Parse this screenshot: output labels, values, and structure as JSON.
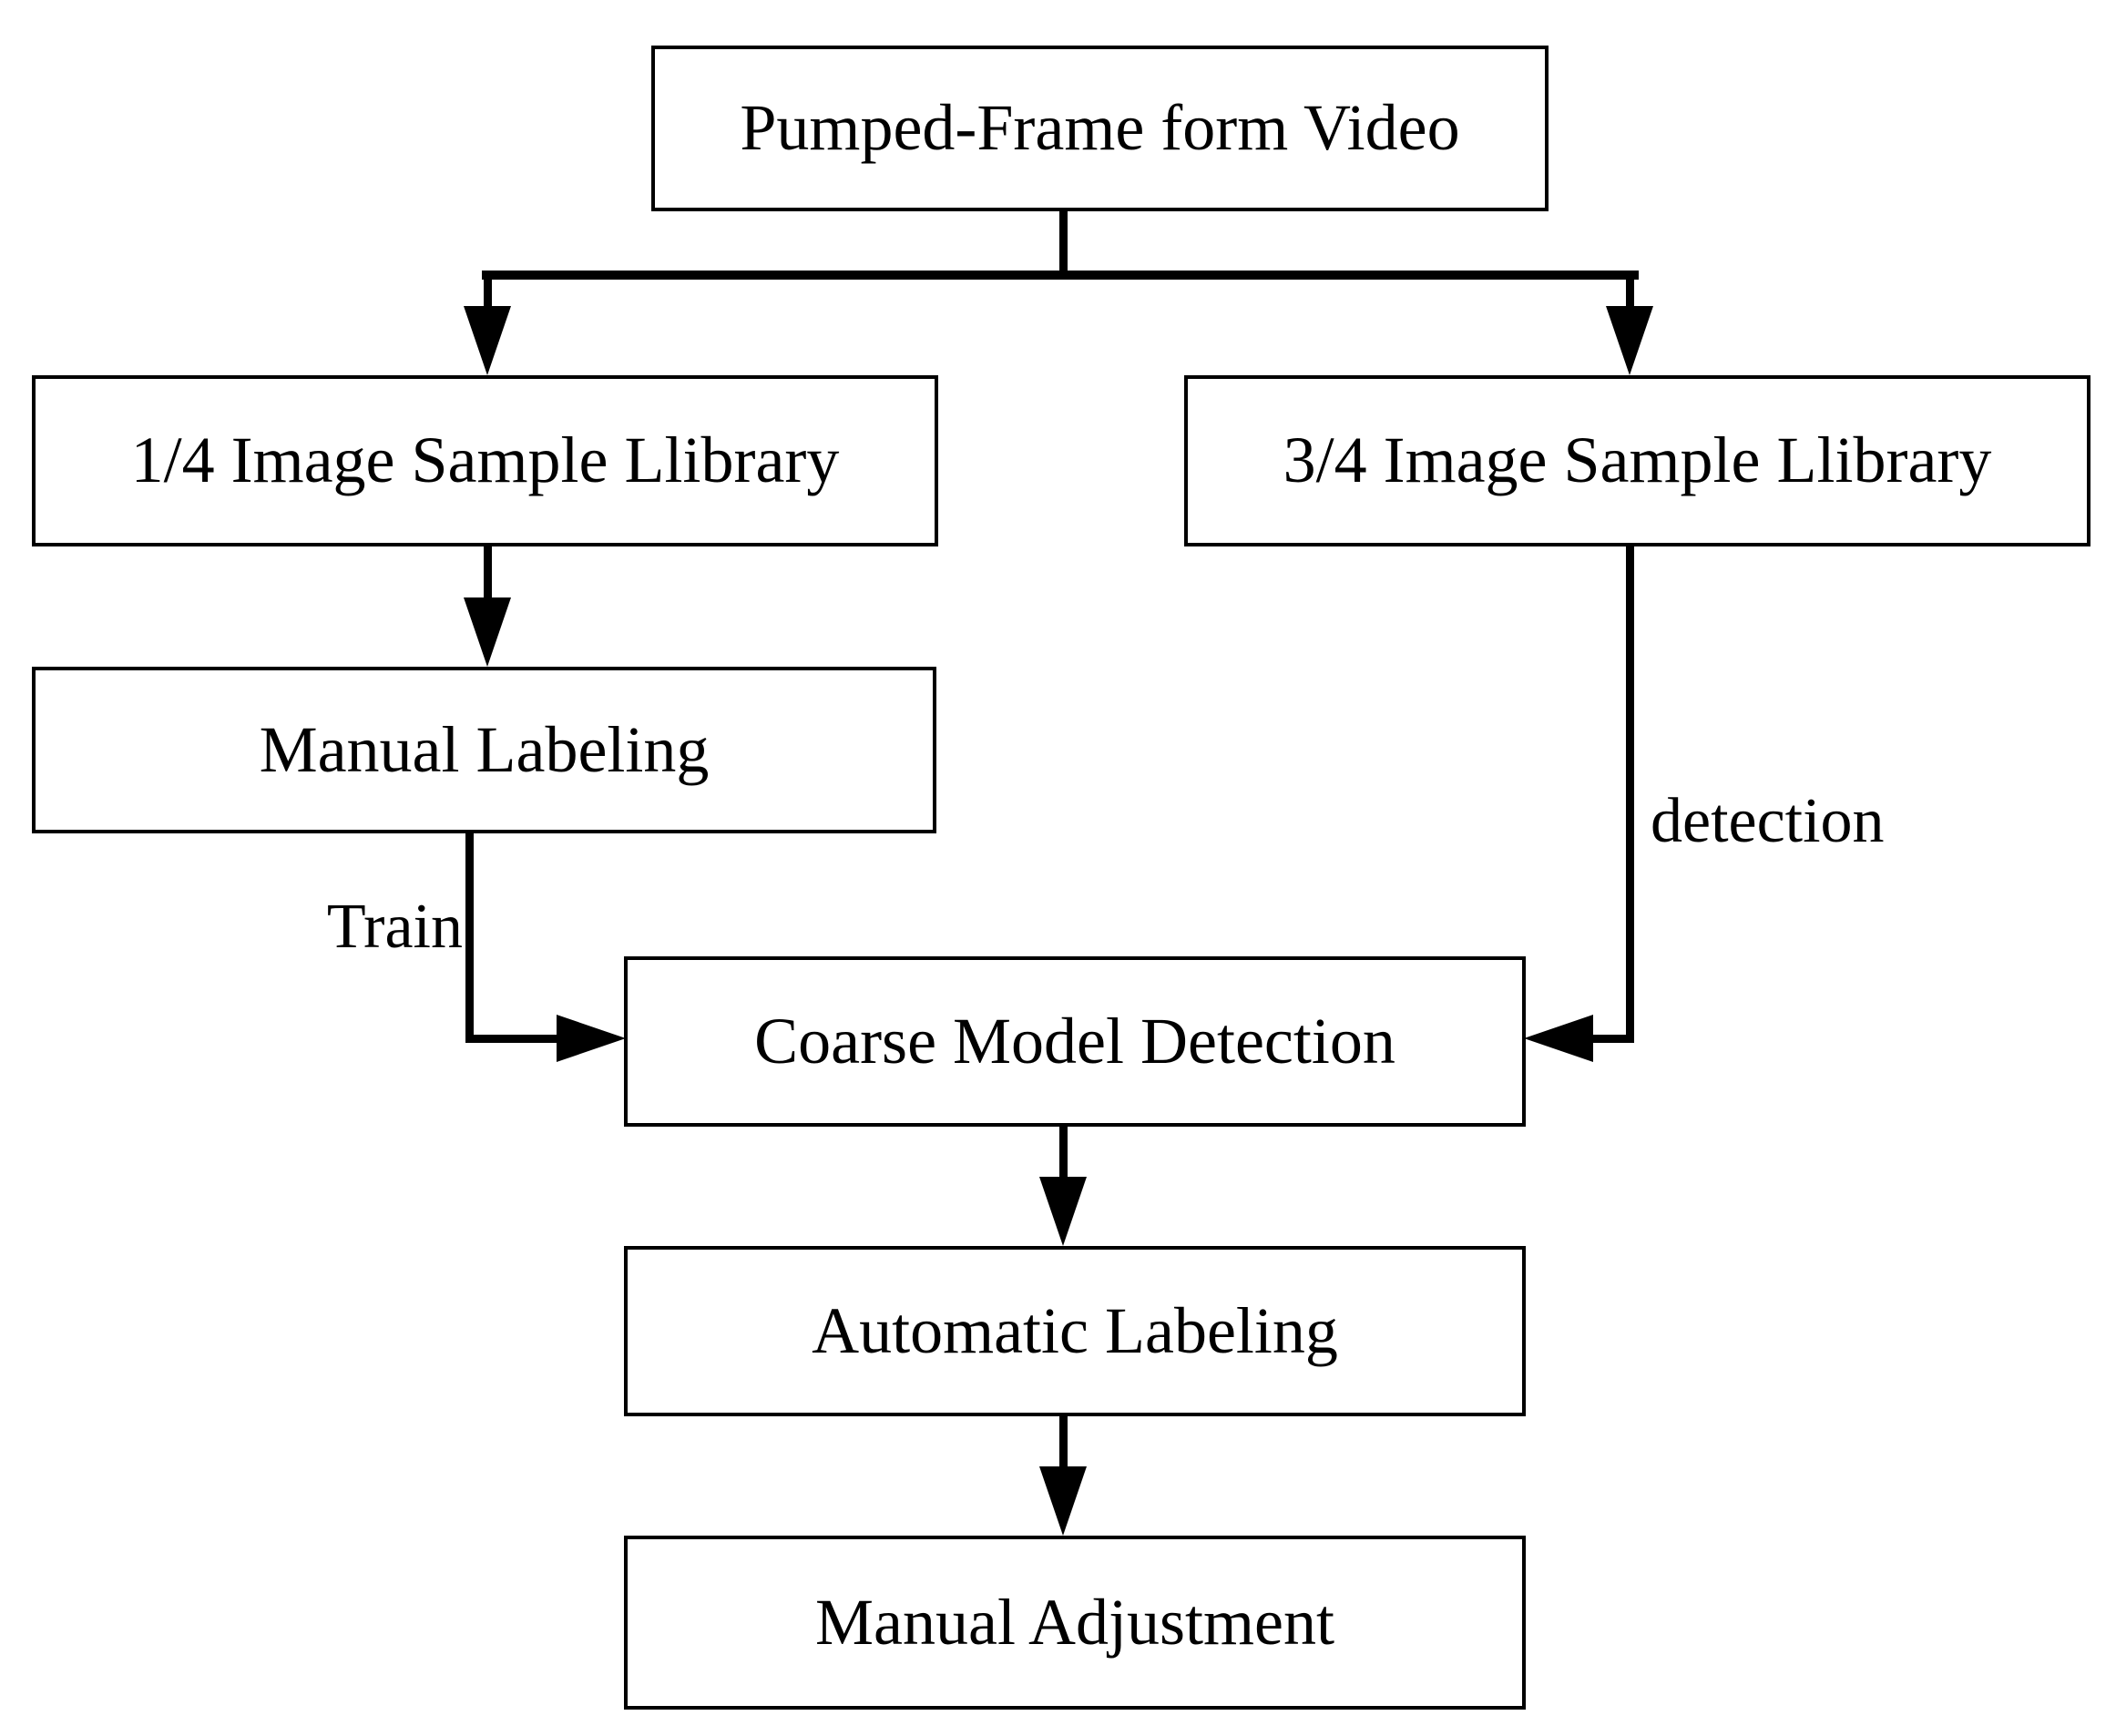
{
  "diagram": {
    "type": "flowchart",
    "colors": {
      "ink": "#000000",
      "background": "#ffffff"
    },
    "nodes": {
      "pumped_frame": {
        "label": "Pumped-Frame form Video"
      },
      "quarter_library": {
        "label": "1/4 Image Sample Llibrary"
      },
      "three_quarter_library": {
        "label": "3/4 Image Sample Llibrary"
      },
      "manual_labeling": {
        "label": "Manual Labeling"
      },
      "coarse_model_detection": {
        "label": "Coarse Model Detection"
      },
      "automatic_labeling": {
        "label": "Automatic Labeling"
      },
      "manual_adjustment": {
        "label": "Manual Adjustment"
      }
    },
    "edge_labels": {
      "train": "Train",
      "detection": "detection"
    },
    "edges": [
      {
        "from": "pumped_frame",
        "to": "quarter_library",
        "label": ""
      },
      {
        "from": "pumped_frame",
        "to": "three_quarter_library",
        "label": ""
      },
      {
        "from": "quarter_library",
        "to": "manual_labeling",
        "label": ""
      },
      {
        "from": "manual_labeling",
        "to": "coarse_model_detection",
        "label": "Train"
      },
      {
        "from": "three_quarter_library",
        "to": "coarse_model_detection",
        "label": "detection"
      },
      {
        "from": "coarse_model_detection",
        "to": "automatic_labeling",
        "label": ""
      },
      {
        "from": "automatic_labeling",
        "to": "manual_adjustment",
        "label": ""
      }
    ]
  }
}
